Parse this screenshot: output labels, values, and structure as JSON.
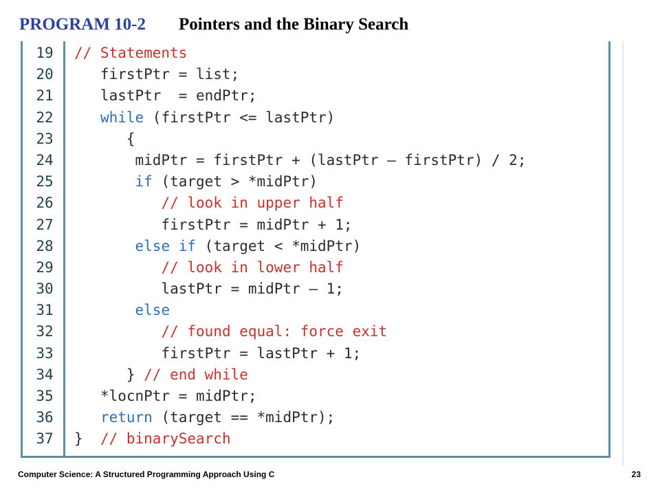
{
  "header": {
    "program_label": "PROGRAM 10-2",
    "program_title": "Pointers and the Binary Search"
  },
  "code": {
    "lines": [
      {
        "num": "19",
        "segments": [
          {
            "t": "// Statements",
            "k": "cm"
          }
        ]
      },
      {
        "num": "20",
        "segments": [
          {
            "t": "   firstPtr = list;",
            "k": "tx"
          }
        ]
      },
      {
        "num": "21",
        "segments": [
          {
            "t": "   lastPtr  = endPtr;",
            "k": "tx"
          }
        ]
      },
      {
        "num": "22",
        "segments": [
          {
            "t": "   ",
            "k": "tx"
          },
          {
            "t": "while",
            "k": "kw"
          },
          {
            "t": " (firstPtr <= lastPtr)",
            "k": "tx"
          }
        ]
      },
      {
        "num": "23",
        "segments": [
          {
            "t": "      {",
            "k": "tx"
          }
        ]
      },
      {
        "num": "24",
        "segments": [
          {
            "t": "       midPtr = firstPtr + (lastPtr – firstPtr) / 2;",
            "k": "tx"
          }
        ]
      },
      {
        "num": "25",
        "segments": [
          {
            "t": "       ",
            "k": "tx"
          },
          {
            "t": "if",
            "k": "kw"
          },
          {
            "t": " (target > *midPtr)",
            "k": "tx"
          }
        ]
      },
      {
        "num": "26",
        "segments": [
          {
            "t": "          ",
            "k": "tx"
          },
          {
            "t": "// look in upper half",
            "k": "cm"
          }
        ]
      },
      {
        "num": "27",
        "segments": [
          {
            "t": "          firstPtr = midPtr + 1;",
            "k": "tx"
          }
        ]
      },
      {
        "num": "28",
        "segments": [
          {
            "t": "       ",
            "k": "tx"
          },
          {
            "t": "else if",
            "k": "kw"
          },
          {
            "t": " (target < *midPtr)",
            "k": "tx"
          }
        ]
      },
      {
        "num": "29",
        "segments": [
          {
            "t": "          ",
            "k": "tx"
          },
          {
            "t": "// look in lower half",
            "k": "cm"
          }
        ]
      },
      {
        "num": "30",
        "segments": [
          {
            "t": "          lastPtr = midPtr – 1;",
            "k": "tx"
          }
        ]
      },
      {
        "num": "31",
        "segments": [
          {
            "t": "       ",
            "k": "tx"
          },
          {
            "t": "else",
            "k": "kw"
          }
        ]
      },
      {
        "num": "32",
        "segments": [
          {
            "t": "          ",
            "k": "tx"
          },
          {
            "t": "// found equal: force exit",
            "k": "cm"
          }
        ]
      },
      {
        "num": "33",
        "segments": [
          {
            "t": "          firstPtr = lastPtr + 1;",
            "k": "tx"
          }
        ]
      },
      {
        "num": "34",
        "segments": [
          {
            "t": "      } ",
            "k": "tx"
          },
          {
            "t": "// end while",
            "k": "cm"
          }
        ]
      },
      {
        "num": "35",
        "segments": [
          {
            "t": "   *locnPtr = midPtr;",
            "k": "tx"
          }
        ]
      },
      {
        "num": "36",
        "segments": [
          {
            "t": "   ",
            "k": "tx"
          },
          {
            "t": "return",
            "k": "kw"
          },
          {
            "t": " (target == *midPtr);",
            "k": "tx"
          }
        ]
      },
      {
        "num": "37",
        "segments": [
          {
            "t": "}  ",
            "k": "tx"
          },
          {
            "t": "// binarySearch",
            "k": "cm"
          }
        ]
      }
    ]
  },
  "footer": {
    "book_title": "Computer Science: A Structured Programming Approach Using C",
    "page_number": "23"
  },
  "colors": {
    "program_label": "#2d3fa0",
    "frame": "#5a8fa6",
    "keyword": "#2e6db3",
    "comment": "#c5322d",
    "code_text": "#2b2b2b"
  }
}
